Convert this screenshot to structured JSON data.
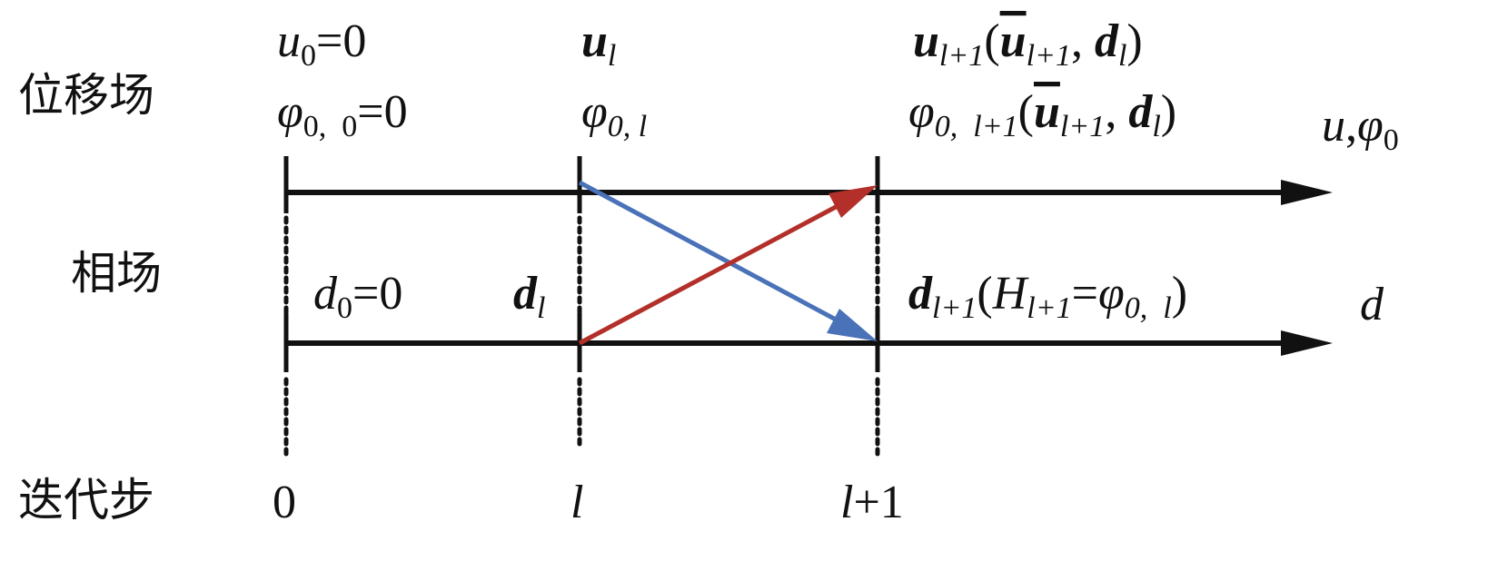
{
  "row_labels": {
    "displacement": "位移场",
    "phase": "相场",
    "iteration": "迭代步"
  },
  "steps": [
    "0",
    "l",
    "l",
    "+1"
  ],
  "axes": {
    "top": {
      "name": "u",
      "sep": ",",
      "phi": "φ",
      "sub": "0"
    },
    "bottom": {
      "name": "d"
    }
  },
  "labels": {
    "u0": [
      "u",
      "0",
      "=0"
    ],
    "phi00": [
      "φ",
      "0,  0",
      "=0"
    ],
    "ul": [
      "u",
      "l"
    ],
    "phi0l": [
      "φ",
      "0, l"
    ],
    "ul1": [
      "u",
      "l+1",
      "(",
      "u",
      "l+1",
      ", ",
      "d",
      "l",
      ")"
    ],
    "phi0l1": [
      "φ",
      "0,  l+1",
      "(",
      "u",
      "l+1",
      ", ",
      "d",
      "l",
      ")"
    ],
    "d0": [
      "d",
      "0",
      "=0"
    ],
    "dl": [
      "d",
      "l"
    ],
    "dl1": [
      "d",
      "l+1",
      "(",
      "H",
      "l+1",
      "=",
      "φ",
      "0,  l",
      ")"
    ]
  },
  "colors": {
    "red_arrow": "#b3302a",
    "blue_arrow": "#4a72b8",
    "axis": "#111111"
  }
}
